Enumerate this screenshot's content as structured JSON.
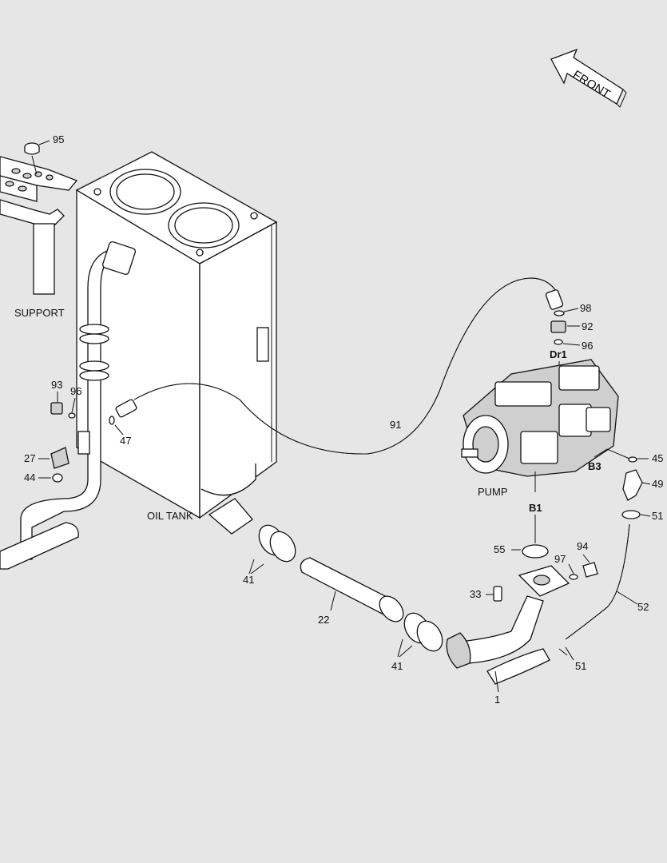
{
  "callouts": {
    "c95": "95",
    "c98": "98",
    "c92": "92",
    "c96a": "96",
    "c96b": "96",
    "c93": "93",
    "c91": "91",
    "c47": "47",
    "c27": "27",
    "c44": "44",
    "c45": "45",
    "c49": "49",
    "c51a": "51",
    "c51b": "51",
    "c55": "55",
    "c97": "97",
    "c94": "94",
    "c33": "33",
    "c41a": "41",
    "c41b": "41",
    "c22": "22",
    "c52": "52",
    "c1": "1"
  },
  "port_labels": {
    "dr1": "Dr1",
    "b1": "B1",
    "b3": "B3"
  },
  "component_labels": {
    "support": "SUPPORT",
    "oil_tank": "OIL TANK",
    "pump": "PUMP"
  },
  "front_arrow": {
    "label": "FRONT"
  },
  "colors": {
    "background": "#e6e6e6",
    "line": "#111111",
    "part_fill": "#ffffff",
    "shade": "#cfcfcf"
  }
}
